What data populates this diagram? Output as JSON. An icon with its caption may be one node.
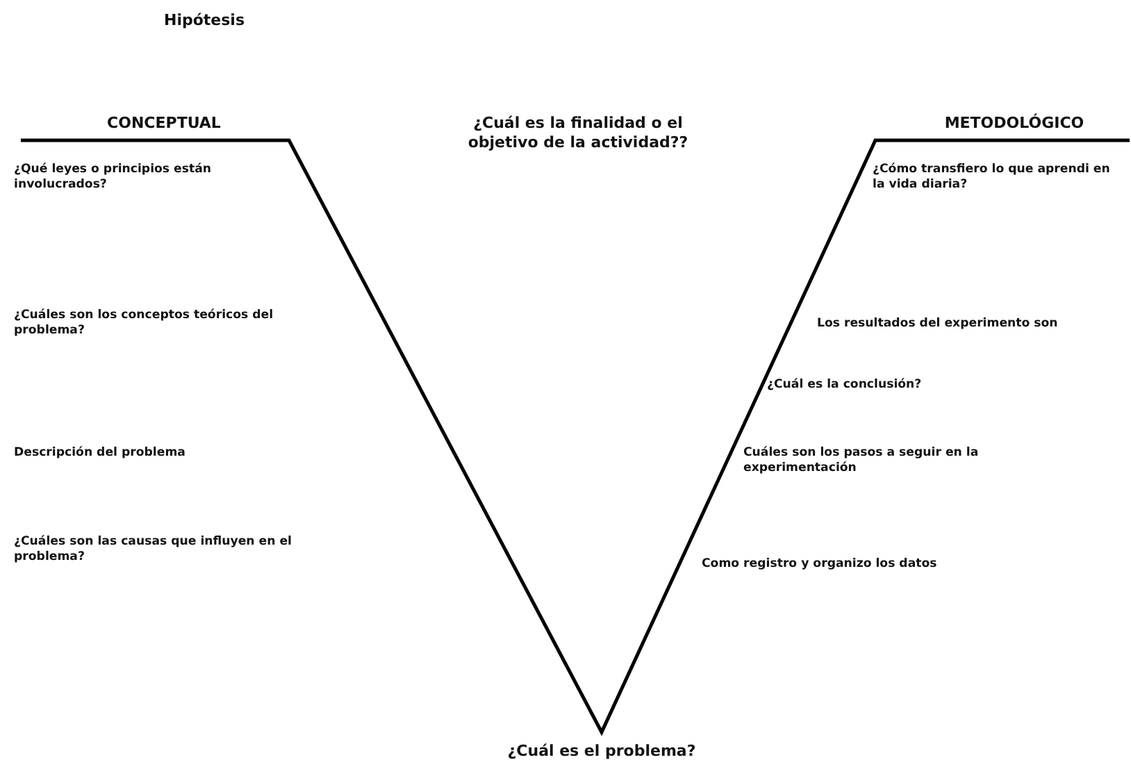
{
  "diagram": {
    "labels": [
      "Hipótesis",
      "CONCEPTUAL",
      "¿Cuál es la finalidad o el objetivo de la actividad??",
      "METODOLÓGICO",
      "¿Qué leyes o principios están involucrados?",
      "¿Cómo transfiero lo que aprendi en la vida diaria?",
      "¿Cuáles son los conceptos teóricos del problema?",
      "Los resultados del experimento son",
      "¿Cuál es la conclusión?",
      "Descripción del problema",
      "Cuáles son los pasos a seguir en la experimentación",
      "¿Cuáles son las causas que influyen en el problema?",
      "Como registro y organizo los datos",
      "¿Cuál es el problema?"
    ]
  }
}
